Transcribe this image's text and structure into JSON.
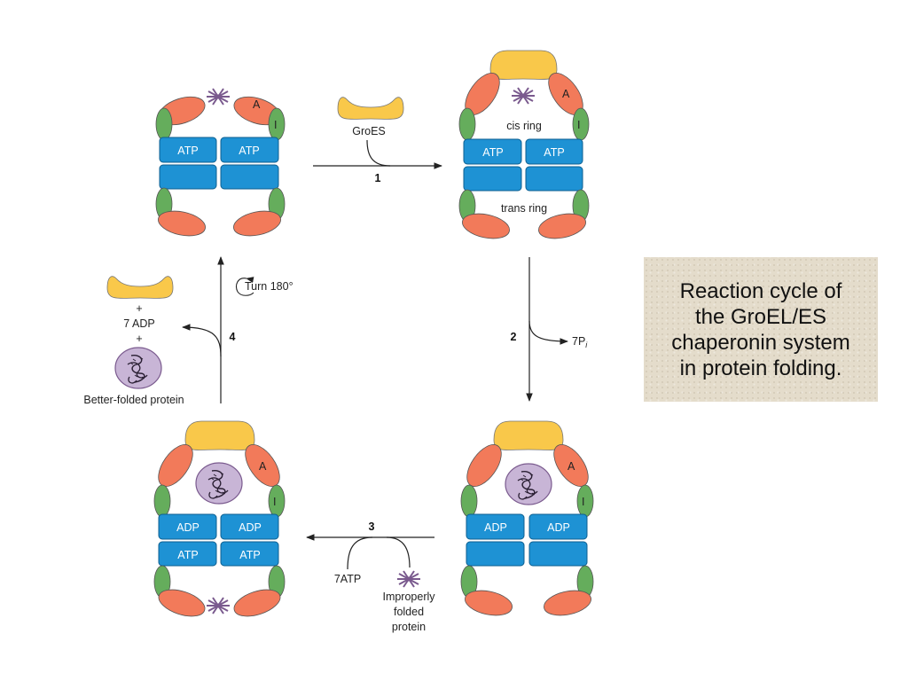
{
  "caption": {
    "line1": "Reaction cycle of",
    "line2": "the GroEL/ES",
    "line3": "chaperonin system",
    "line4": "in protein folding."
  },
  "labels": {
    "atp": "ATP",
    "adp": "ADP",
    "apical": "A",
    "intermediate": "I",
    "groes": "GroES",
    "cis_ring": "cis ring",
    "trans_ring": "trans ring",
    "turn": "Turn 180°",
    "plus": "+",
    "seven_adp": "7 ADP",
    "better_folded": "Better-folded protein",
    "seven_atp": "7ATP",
    "pi_main": "7P",
    "pi_sub": "i",
    "improperly_1": "Improperly",
    "improperly_2": "folded",
    "improperly_3": "protein"
  },
  "steps": {
    "s1": "1",
    "s2": "2",
    "s3": "3",
    "s4": "4"
  },
  "colors": {
    "groes": "#f9c84a",
    "apical": "#f27a5a",
    "intermediate": "#65ad5c",
    "equatorial": "#1e92d4",
    "protein": "#c8b5d6",
    "unfolded": "#7a5a8e"
  }
}
